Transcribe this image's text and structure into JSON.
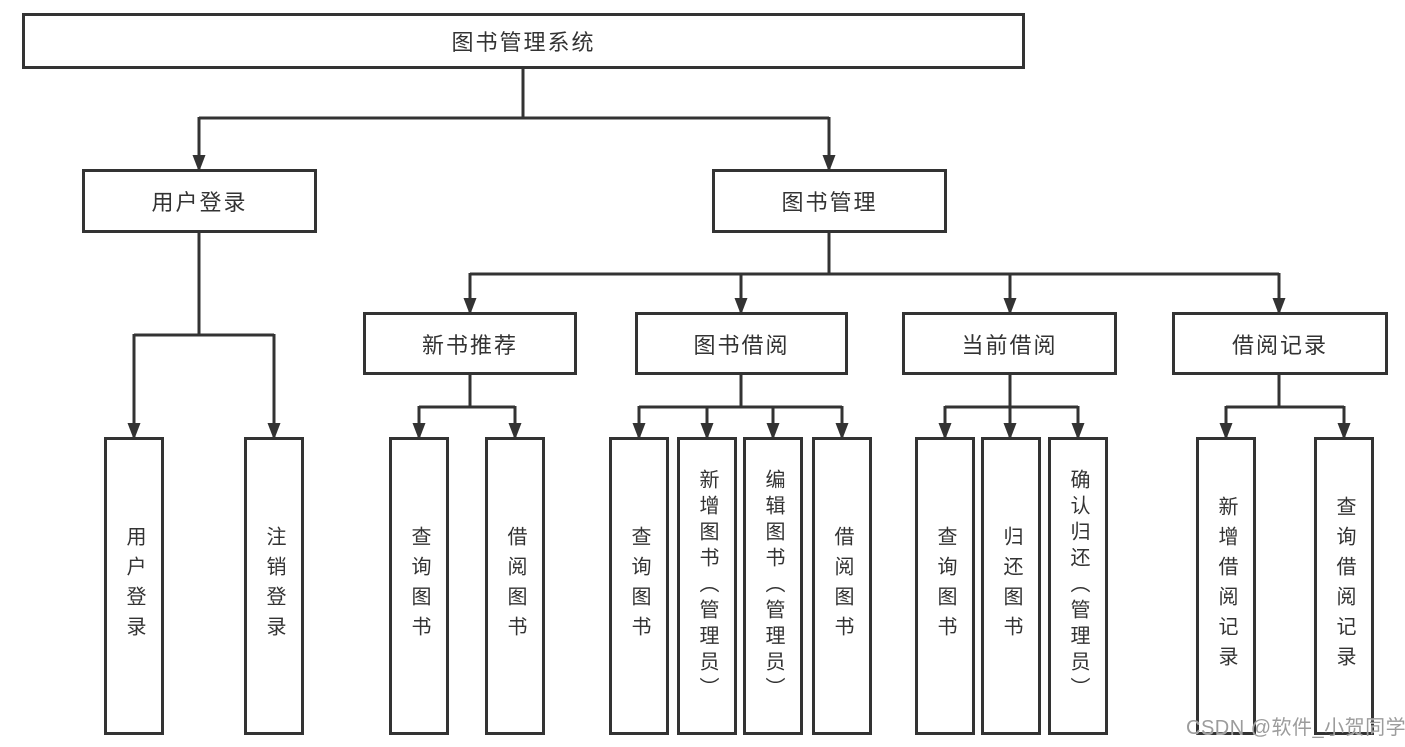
{
  "colors": {
    "line": "#333333",
    "text": "#333333",
    "background": "#ffffff",
    "watermark": "#9c9c9c"
  },
  "watermark": {
    "text": "CSDN @软件_小贺同学"
  },
  "nodes": {
    "root": {
      "label": "图书管理系统"
    },
    "user_login": {
      "label": "用户登录"
    },
    "book_management": {
      "label": "图书管理"
    },
    "new_book_recommend": {
      "label": "新书推荐"
    },
    "book_borrowing": {
      "label": "图书借阅"
    },
    "current_borrowing": {
      "label": "当前借阅"
    },
    "borrowing_records": {
      "label": "借阅记录"
    },
    "leaf_user_login": {
      "label": "用户登录"
    },
    "leaf_logout": {
      "label": "注销登录"
    },
    "leaf_query_books_recommend": {
      "label": "查询图书"
    },
    "leaf_borrow_books_recommend": {
      "label": "借阅图书"
    },
    "leaf_query_books_borrowing": {
      "label": "查询图书"
    },
    "leaf_add_books_admin": {
      "label": "新增图书（管理员）"
    },
    "leaf_edit_books_admin": {
      "label": "编辑图书（管理员）"
    },
    "leaf_borrow_books_borrowing": {
      "label": "借阅图书"
    },
    "leaf_query_books_current": {
      "label": "查询图书"
    },
    "leaf_return_books": {
      "label": "归还图书"
    },
    "leaf_confirm_return_admin": {
      "label": "确认归还（管理员）"
    },
    "leaf_add_borrow_record": {
      "label": "新增借阅记录"
    },
    "leaf_query_borrow_record": {
      "label": "查询借阅记录"
    }
  },
  "hierarchy": [
    {
      "parent": "图书管理系统",
      "children": [
        "用户登录",
        "图书管理"
      ]
    },
    {
      "parent": "用户登录",
      "children": [
        "用户登录",
        "注销登录"
      ]
    },
    {
      "parent": "图书管理",
      "children": [
        "新书推荐",
        "图书借阅",
        "当前借阅",
        "借阅记录"
      ]
    },
    {
      "parent": "新书推荐",
      "children": [
        "查询图书",
        "借阅图书"
      ]
    },
    {
      "parent": "图书借阅",
      "children": [
        "查询图书",
        "新增图书（管理员）",
        "编辑图书（管理员）",
        "借阅图书"
      ]
    },
    {
      "parent": "当前借阅",
      "children": [
        "查询图书",
        "归还图书",
        "确认归还（管理员）"
      ]
    },
    {
      "parent": "借阅记录",
      "children": [
        "新增借阅记录",
        "查询借阅记录"
      ]
    }
  ]
}
